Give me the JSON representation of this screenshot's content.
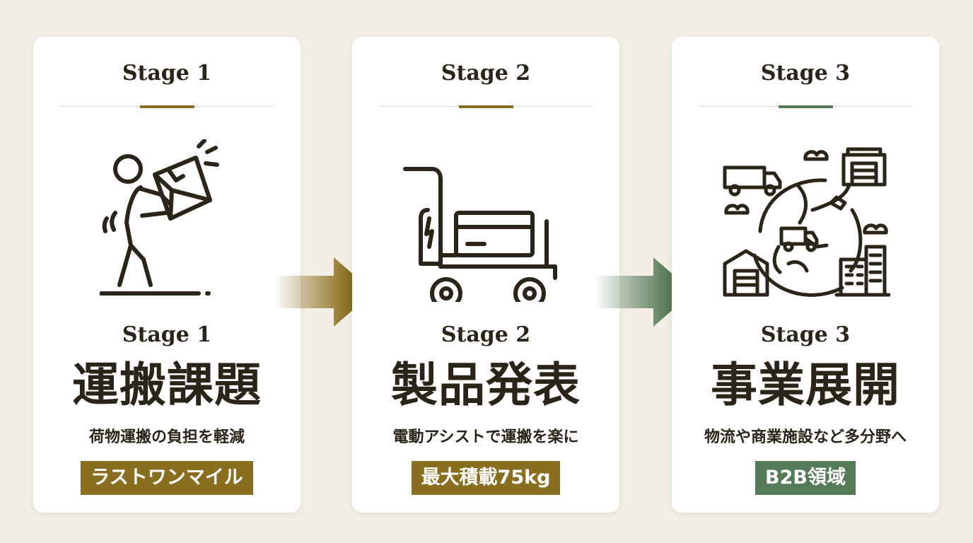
{
  "colors": {
    "background": "#f3efe6",
    "gold": "#8a6e1f",
    "green": "#557a57",
    "text": "#2b2418",
    "icon_stroke": "#2b2418"
  },
  "stages": [
    {
      "header": "Stage 1",
      "label": "Stage 1",
      "title": "運搬課題",
      "description": "荷物運搬の負担を軽減",
      "badge": "ラストワンマイル",
      "badge_color": "#8a6e1f",
      "accent_color": "#8a6e1f",
      "icon": "person-carrying-box-icon"
    },
    {
      "header": "Stage 2",
      "label": "Stage 2",
      "title": "製品発表",
      "description": "電動アシストで運搬を楽に",
      "badge": "最大積載75kg",
      "badge_color": "#8a6e1f",
      "accent_color": "#8a6e1f",
      "icon": "electric-cart-icon"
    },
    {
      "header": "Stage 3",
      "label": "Stage 3",
      "title": "事業展開",
      "description": "物流や商業施設など多分野へ",
      "badge": "B2B領域",
      "badge_color": "#557a57",
      "accent_color": "#557a57",
      "icon": "logistics-network-icon"
    }
  ],
  "arrows": [
    {
      "icon": "right-arrow-icon",
      "color": "#8a6e1f"
    },
    {
      "icon": "right-arrow-icon",
      "color": "#557a57"
    }
  ]
}
